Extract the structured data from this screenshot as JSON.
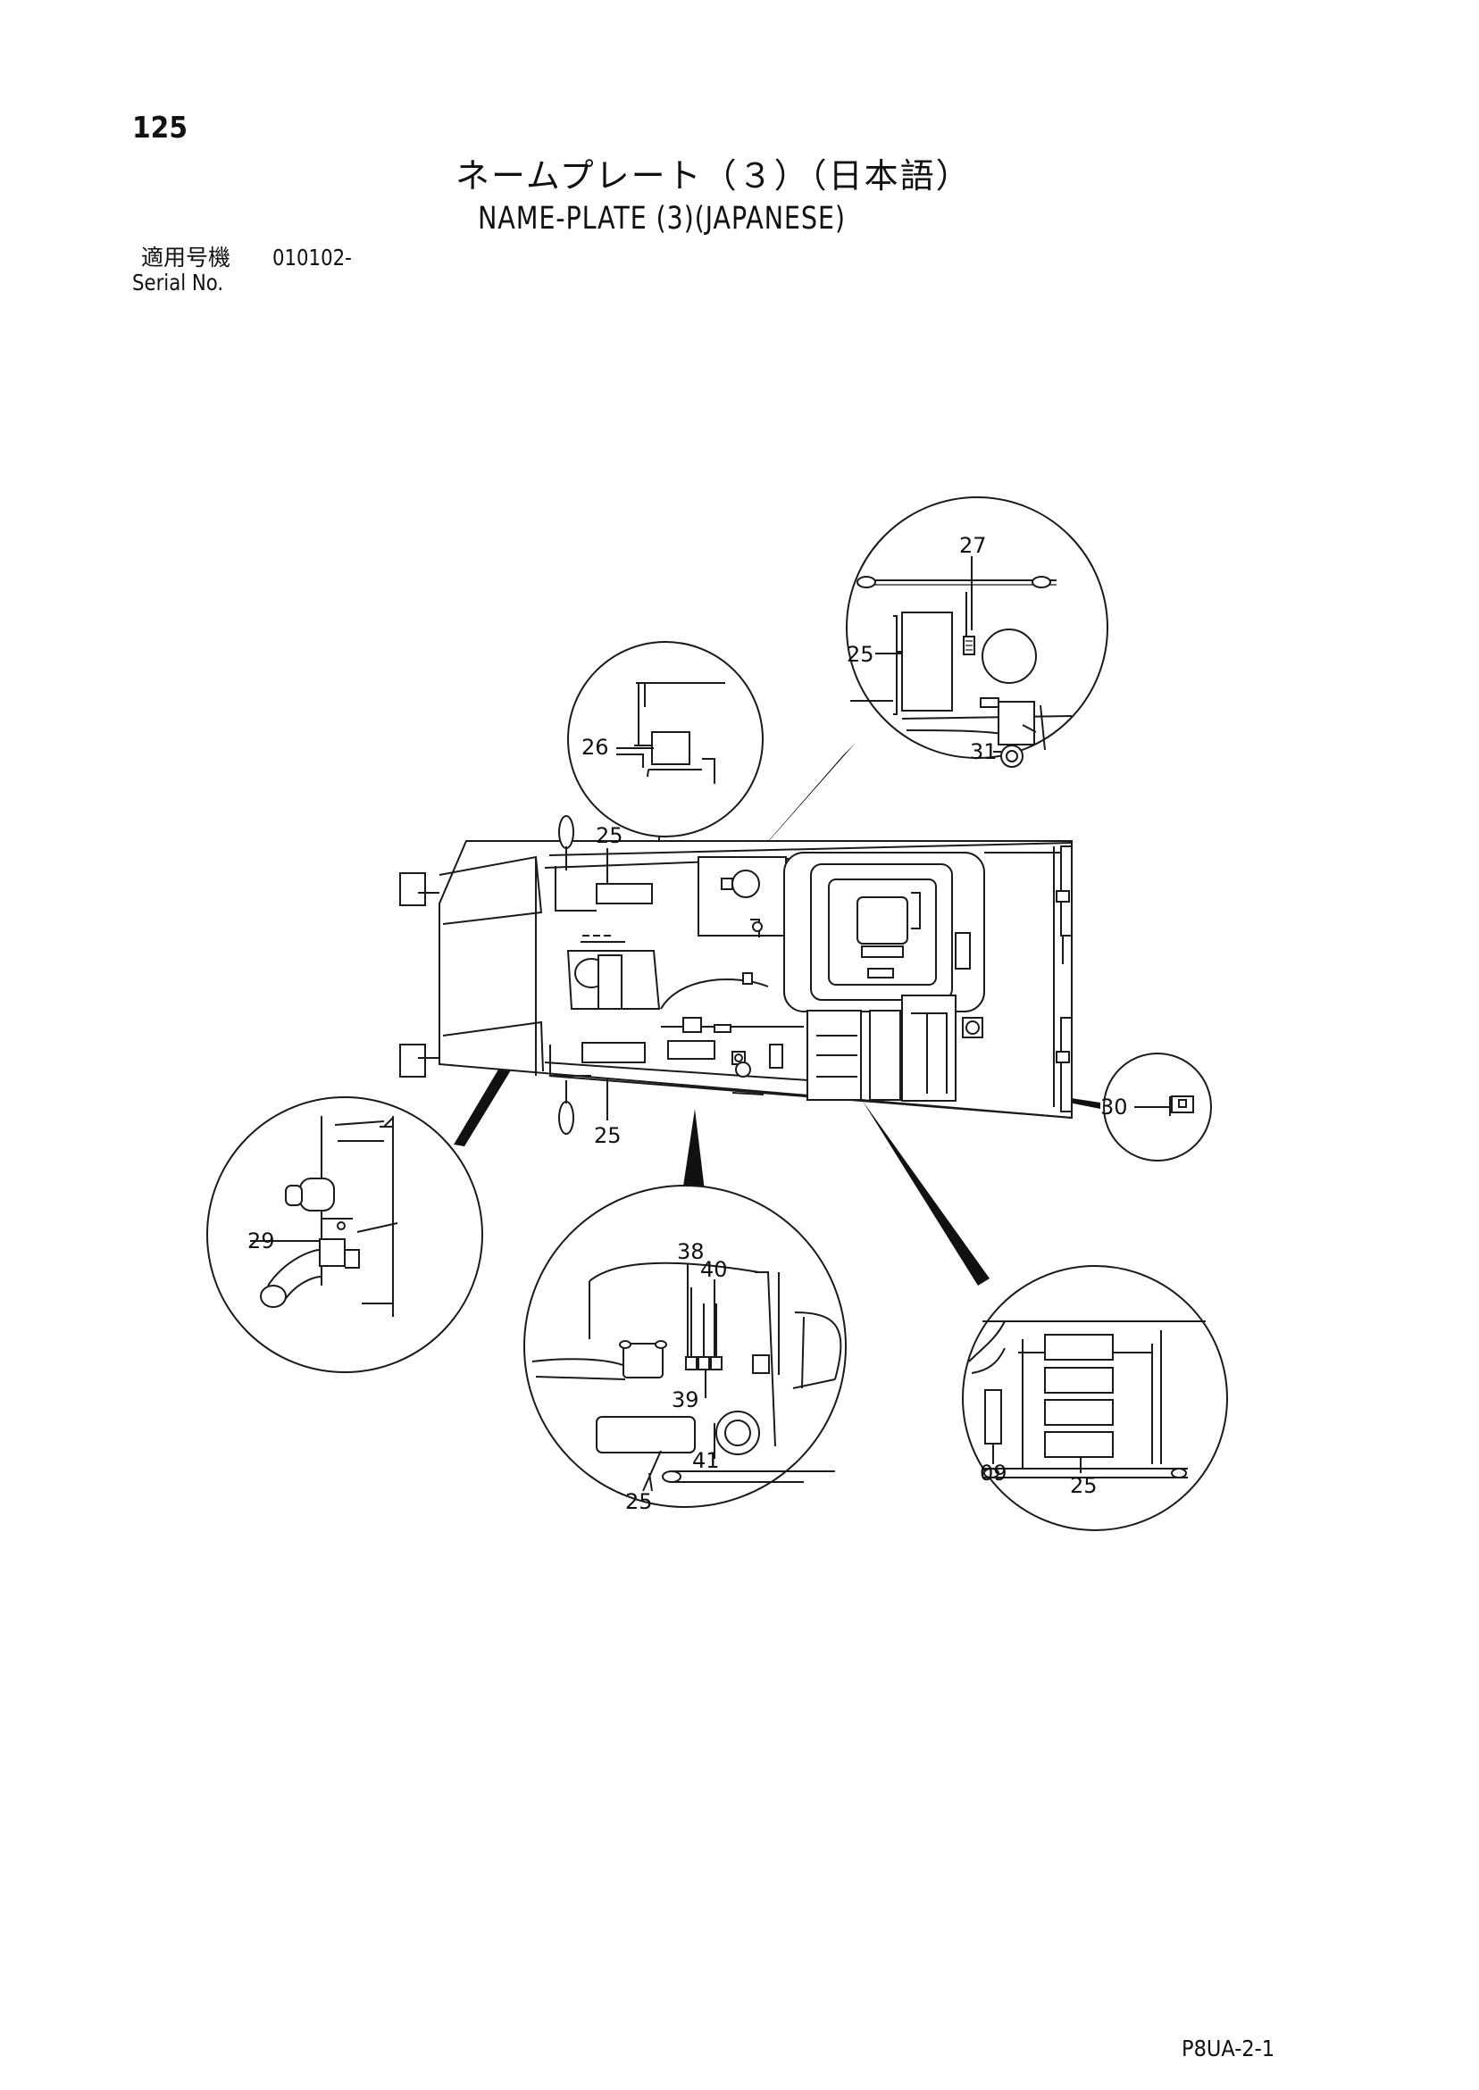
{
  "page_number": "125",
  "title_jp": "ネームプレート（３）（日本語）",
  "title_en": "NAME-PLATE (3)(JAPANESE)",
  "serial": {
    "label_jp": "適用号機",
    "value": "010102-",
    "label_en": "Serial No."
  },
  "callouts": {
    "c27": "27",
    "c25_top": "25",
    "c31": "31",
    "c26": "26",
    "c25_machine_top": "25",
    "c25_machine_bottom": "25",
    "c30": "30",
    "c29": "29",
    "c38": "38",
    "c40": "40",
    "c39": "39",
    "c41": "41",
    "c25_bottom_detail": "25",
    "c09": "09",
    "c25_right_detail": "25"
  },
  "footer_code": "P8UA-2-1"
}
